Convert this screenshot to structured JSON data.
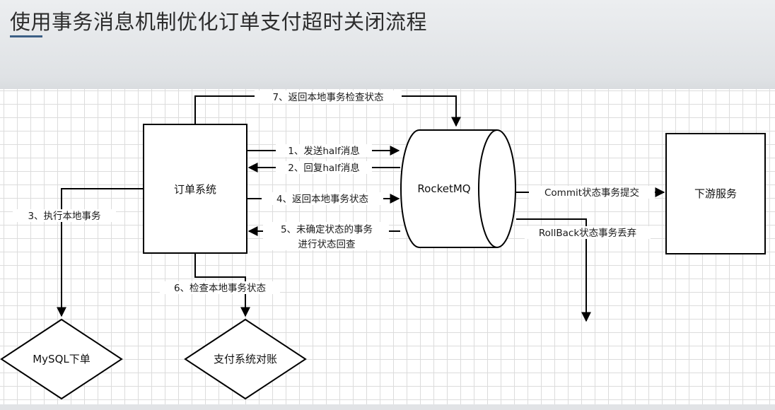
{
  "slide": {
    "title": "使用事务消息机制优化订单支付超时关闭流程"
  },
  "diagram": {
    "nodes": {
      "order_system": "订单系统",
      "rocketmq": "RocketMQ",
      "downstream": "下游服务",
      "mysql": "MySQL下单",
      "payment_reconcile": "支付系统对账"
    },
    "edges": {
      "e1": "1、发送half消息",
      "e2": "2、回复half消息",
      "e3": "3、执行本地事务",
      "e4": "4、返回本地事务状态",
      "e5_line1": "5、未确定状态的事务",
      "e5_line2": "进行状态回查",
      "e6": "6、检查本地事务状态",
      "e7": "7、返回本地事务检查状态",
      "commit": "Commit状态事务提交",
      "rollback": "RollBack状态事务丢弃"
    }
  }
}
